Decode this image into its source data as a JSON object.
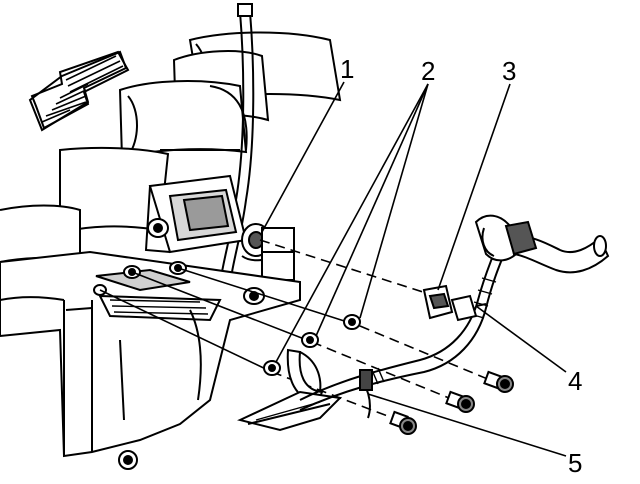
{
  "diagram": {
    "callouts": [
      {
        "id": "1",
        "label": "1"
      },
      {
        "id": "2",
        "label": "2"
      },
      {
        "id": "3",
        "label": "3"
      },
      {
        "id": "4",
        "label": "4"
      },
      {
        "id": "5",
        "label": "5"
      }
    ],
    "colors": {
      "line": "#000000",
      "shade": "#7a7a7a",
      "light_shade": "#c8c8c8",
      "background": "#ffffff"
    },
    "direction_arrow": "front-arrow-icon"
  }
}
